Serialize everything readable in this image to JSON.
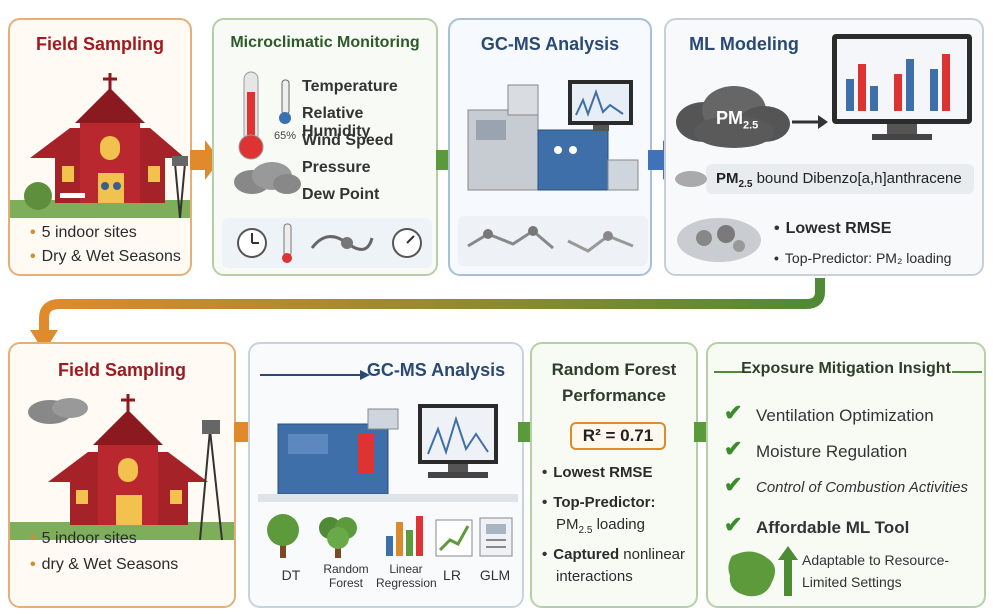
{
  "top": {
    "field": {
      "title": "Field Sampling",
      "bullets": [
        "5 indoor sites",
        "Dry & Wet Seasons"
      ]
    },
    "micro": {
      "title": "Microclimatic Monitoring",
      "items": [
        "Temperature",
        "Relative Humidity",
        "Wind Speed",
        "Pressure",
        "Dew Point"
      ],
      "gauge_reading": "65%"
    },
    "gcms": {
      "title": "GC-MS Analysis"
    },
    "ml": {
      "title": "ML Modeling",
      "cloud_label": "PM",
      "cloud_sub": "2.5",
      "compound_pm": "PM",
      "compound_sub": "2.5",
      "compound_rest": "bound Dibenzo[a,h]anthracene",
      "bullets": [
        "Lowest RMSE",
        "Top-Predictor: PM₂ loading"
      ]
    }
  },
  "bottom": {
    "field": {
      "title": "Field Sampling",
      "bullets": [
        "5 indoor sites",
        "dry & Wet Seasons"
      ]
    },
    "gcms": {
      "title": "GC-MS Analysis",
      "models": [
        "DT",
        "Random Forest",
        "Linear Regression",
        "LR",
        "GLM"
      ]
    },
    "rf": {
      "title_line1": "Random Forest",
      "title_line2": "Performance",
      "r2_label": "R² = 0.71",
      "bullets": [
        "Lowest RMSE",
        "Top-Predictor:",
        "PM",
        "2.5",
        "loading",
        "Captured",
        "nonlinear",
        "interactions"
      ]
    },
    "insight": {
      "title": "Exposure Mitigation Insight",
      "items": [
        "Ventilation Optimization",
        "Moisture Regulation",
        "Control of Combustion Activities",
        "Affordable ML Tool"
      ],
      "note_line1": "Adaptable to Resource-",
      "note_line2": "Limited Settings"
    }
  },
  "colors": {
    "church_red": "#b8282e",
    "title_red": "#9e1b22",
    "arrow_orange": "#e08a2c",
    "arrow_green": "#5a9a3a",
    "arrow_blue": "#3f72b8",
    "check_green": "#3c8c2c"
  }
}
